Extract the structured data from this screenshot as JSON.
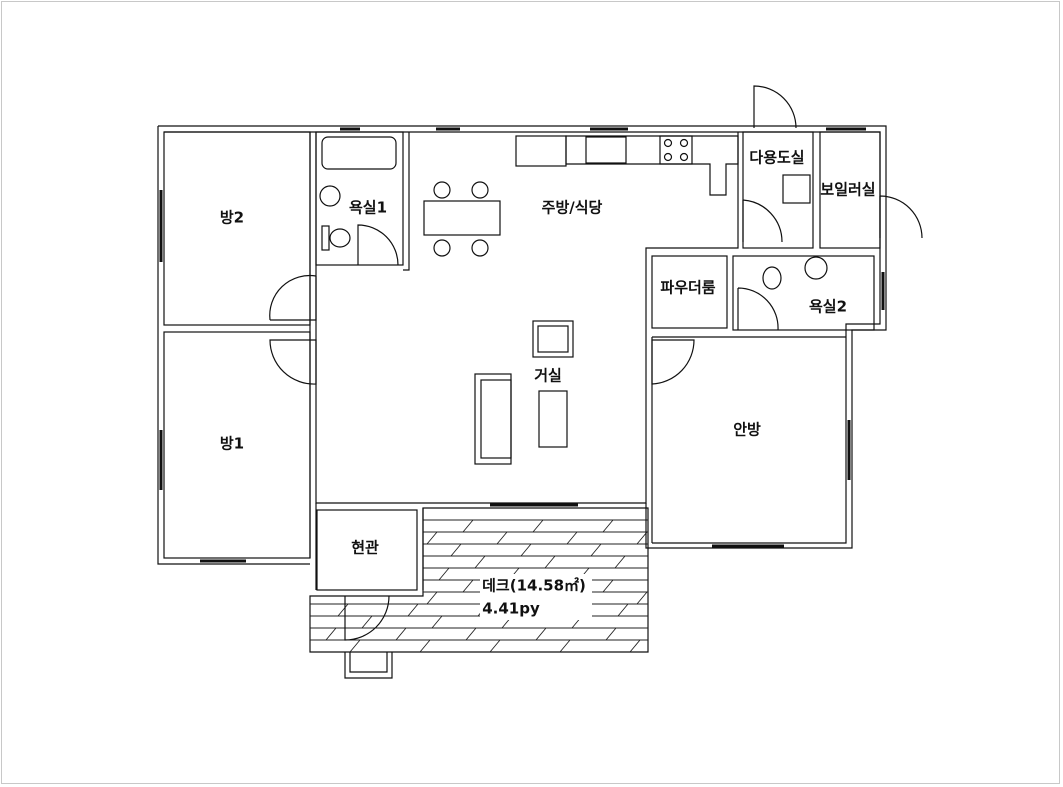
{
  "plan": {
    "rooms": {
      "room2": "방2",
      "room1": "방1",
      "bath1": "욕실1",
      "kitchen": "주방/식당",
      "utility": "다용도실",
      "boiler": "보일러실",
      "powder": "파우더룸",
      "bath2": "욕실2",
      "living": "거실",
      "master": "안방",
      "entrance": "현관",
      "deck": "데크(14.58㎡)",
      "deck_py": "4.41py"
    }
  }
}
